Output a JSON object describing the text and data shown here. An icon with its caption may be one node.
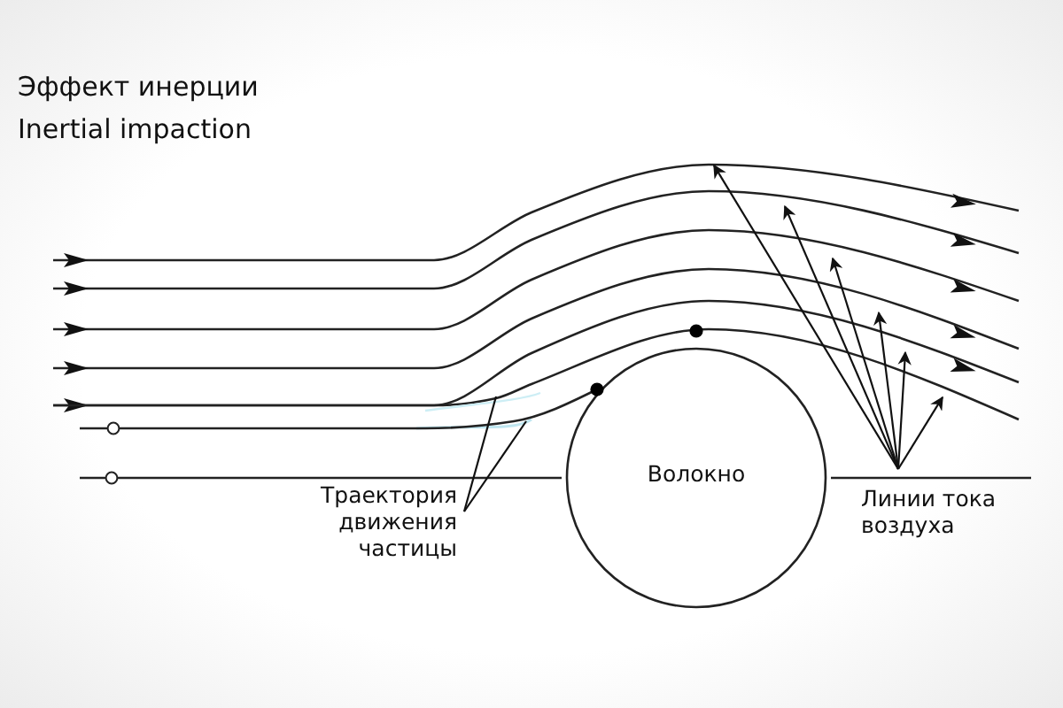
{
  "diagram": {
    "title": "Эффект инерции",
    "nodes": [
      {
        "text": [
          "Волокно"
        ]
      },
      {
        "text": [
          "Траектория движения частицы"
        ]
      },
      {
        "text": [
          "Линии тока воздуха"
        ]
      },
      {
        "text": [],
        "shape": "line"
      },
      {
        "text": [],
        "shape": "line"
      },
      {
        "text": [],
        "shape": "line"
      },
      {
        "text": [],
        "shape": "line"
      },
      {
        "text": [],
        "shape": "line"
      },
      {
        "text": [],
        "shape": "line"
      },
      {
        "text": [],
        "shape": "line"
      }
    ],
    "edges": [
      {
        "from": 1,
        "to": 7,
        "arrow": "none"
      },
      {
        "from": 1,
        "to": 9,
        "arrow": "none"
      },
      {
        "from": 2,
        "to": 3,
        "arrow": "to"
      },
      {
        "from": 2,
        "to": 4,
        "arrow": "to"
      },
      {
        "from": 2,
        "to": 5,
        "arrow": "to"
      },
      {
        "from": 2,
        "to": 6,
        "arrow": "to"
      },
      {
        "from": 2,
        "to": 7,
        "arrow": "to"
      },
      {
        "from": 2,
        "to": 8,
        "arrow": "to"
      }
    ],
    "labels": [
      "Inertial impaction"
    ]
  }
}
